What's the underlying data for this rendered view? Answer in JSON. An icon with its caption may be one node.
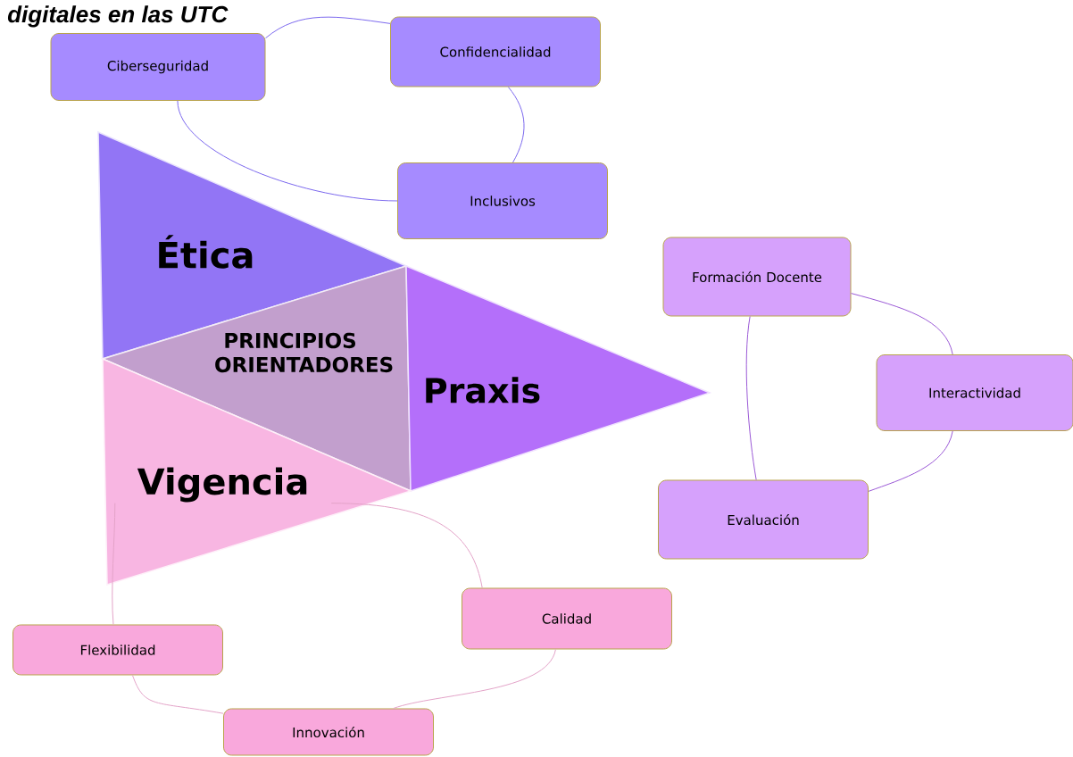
{
  "diagram": {
    "title": "digitales en las UTC",
    "nodes": [
      {
        "text": [
          "Ciberseguridad"
        ]
      },
      {
        "text": [
          "Confidencialidad"
        ]
      },
      {
        "text": [
          "Inclusivos"
        ]
      },
      {
        "text": [
          "Ética"
        ]
      },
      {
        "text": [
          "Formación Docente"
        ]
      },
      {
        "text": [
          "PRINCIPIOS ORIENTADORES"
        ]
      },
      {
        "text": [
          "Praxis"
        ]
      },
      {
        "text": [
          "Interactividad"
        ]
      },
      {
        "text": [
          "Vigencia"
        ]
      },
      {
        "text": [
          "Evaluación"
        ]
      },
      {
        "text": [
          "Calidad"
        ]
      },
      {
        "text": [
          "Flexibilidad"
        ]
      },
      {
        "text": [
          "Innovación"
        ]
      }
    ],
    "edges": [
      {
        "from": 0,
        "to": 1,
        "arrow": "none",
        "color": "#7b68ee"
      },
      {
        "from": 1,
        "to": 2,
        "arrow": "none",
        "color": "#7b68ee"
      },
      {
        "from": 2,
        "to": 0,
        "arrow": "none",
        "color": "#7b68ee"
      },
      {
        "from": 4,
        "to": 7,
        "arrow": "none",
        "color": "#9b59d6"
      },
      {
        "from": 7,
        "to": 9,
        "arrow": "none",
        "color": "#9b59d6"
      },
      {
        "from": 9,
        "to": 4,
        "arrow": "none",
        "color": "#9b59d6"
      },
      {
        "from": 8,
        "to": 10,
        "arrow": "none",
        "color": "#e3a3c8"
      },
      {
        "from": 10,
        "to": 12,
        "arrow": "none",
        "color": "#e3a3c8"
      },
      {
        "from": 12,
        "to": 11,
        "arrow": "none",
        "color": "#e3a3c8"
      },
      {
        "from": 11,
        "to": 8,
        "arrow": "none",
        "color": "#e3a3c8"
      }
    ]
  }
}
